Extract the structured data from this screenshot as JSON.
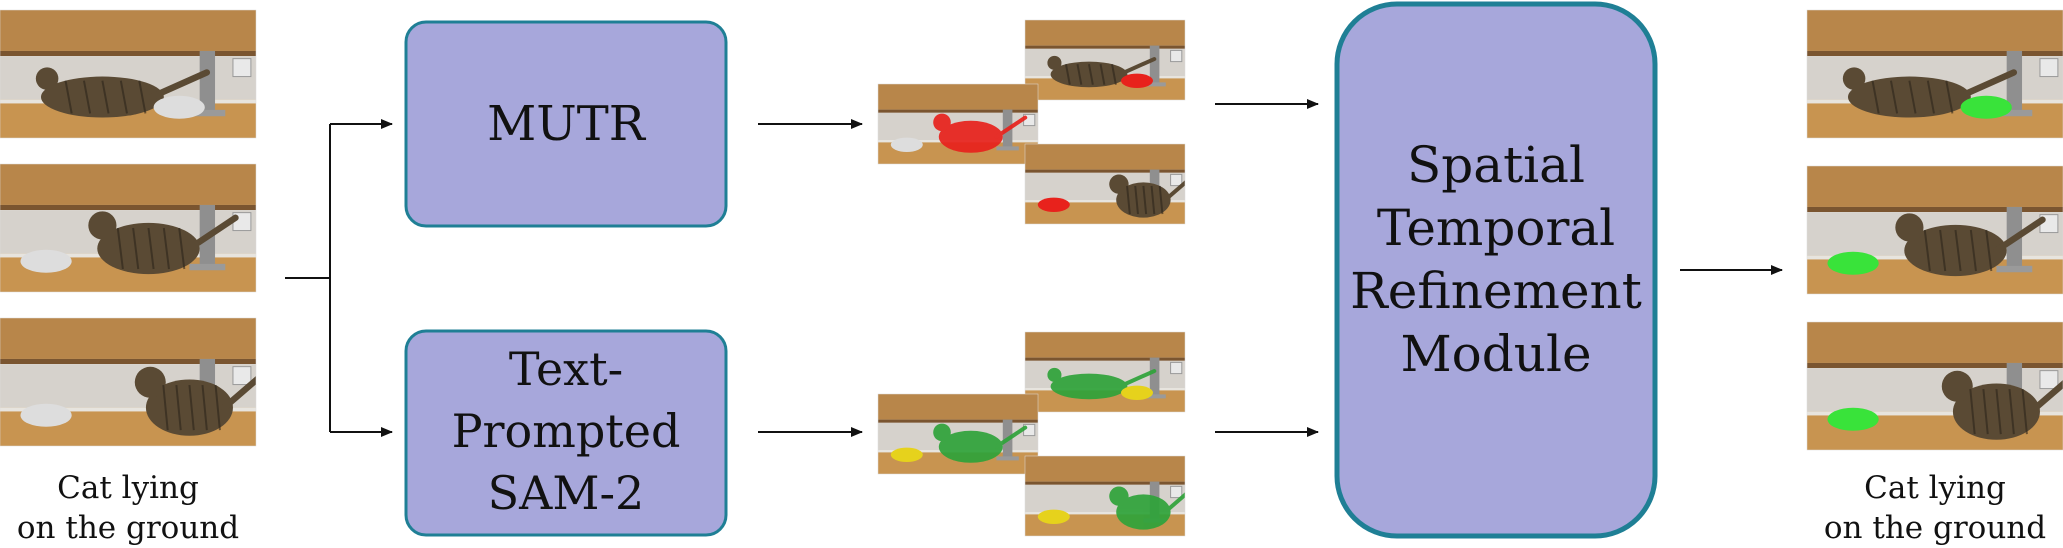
{
  "input_frames": [
    {
      "name": "cat-frame-1",
      "scene": "cat-rolling-with-plush"
    },
    {
      "name": "cat-frame-2",
      "scene": "cat-walking"
    },
    {
      "name": "cat-frame-3",
      "scene": "cat-by-leg"
    }
  ],
  "input_caption": [
    "Cat lying",
    "on the ground"
  ],
  "modules": {
    "mutr": {
      "lines": [
        "MUTR"
      ]
    },
    "sam2": {
      "lines": [
        "Text-",
        "Prompted",
        "SAM-2"
      ]
    },
    "refine": {
      "lines": [
        "Spatial",
        "Temporal",
        "Refinement",
        "Module"
      ]
    }
  },
  "mask_colors": {
    "mutr": "#e8221c",
    "sam2": "#2fa33a",
    "sam2_secondary": "#e6d21c",
    "final": "#39e33a"
  },
  "colors": {
    "box_fill": "#a7a7db",
    "box_border": "#1f7f95",
    "arrow": "#111111",
    "floor": "#c89450",
    "wall": "#d6d2cc",
    "cabinet": "#b8864a",
    "cat": "#5a4a34"
  },
  "output_caption": [
    "Cat lying",
    "on the ground"
  ]
}
